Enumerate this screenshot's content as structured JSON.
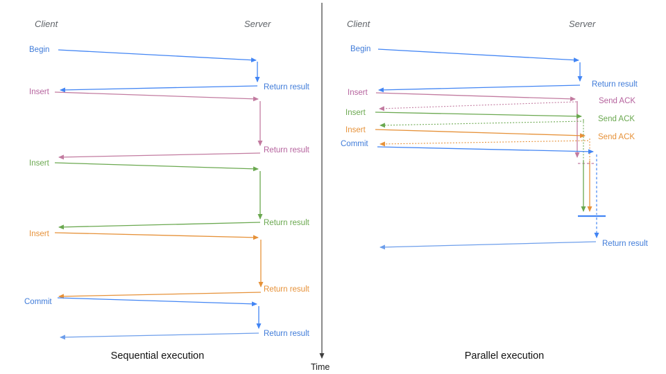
{
  "diagram": {
    "time_axis_label": "Time",
    "palette": {
      "blue": "#3f7bd9",
      "blue_line": "#4285f4",
      "light_blue": "#6d9eeb",
      "magenta": "#b5629d",
      "magenta_line": "#c27ba0",
      "green": "#6aa84f",
      "orange": "#e69138",
      "header_gray": "#5f6368",
      "axis_gray": "#3d3d3d"
    },
    "panels": [
      {
        "caption": "Sequential execution",
        "client_header": "Client",
        "server_header": "Server",
        "messages": [
          {
            "label": "Begin",
            "response_label": "Return result",
            "color": "#3f7bd9"
          },
          {
            "label": "Insert",
            "response_label": "Return result",
            "color": "#b5629d"
          },
          {
            "label": "Insert",
            "response_label": "Return result",
            "color": "#6aa84f"
          },
          {
            "label": "Insert",
            "response_label": "Return result",
            "color": "#e69138"
          },
          {
            "label": "Commit",
            "response_label": "Return result",
            "color": "#3f7bd9"
          }
        ]
      },
      {
        "caption": "Parallel execution",
        "client_header": "Client",
        "server_header": "Server",
        "messages": [
          {
            "label": "Begin",
            "response_label": "Return result",
            "color": "#3f7bd9"
          },
          {
            "label": "Insert",
            "ack_label": "Send ACK",
            "color": "#b5629d"
          },
          {
            "label": "Insert",
            "ack_label": "Send ACK",
            "color": "#6aa84f"
          },
          {
            "label": "Insert",
            "ack_label": "Send ACK",
            "color": "#e69138"
          },
          {
            "label": "Commit",
            "final_response_label": "Return result",
            "color": "#3f7bd9"
          }
        ]
      }
    ]
  }
}
